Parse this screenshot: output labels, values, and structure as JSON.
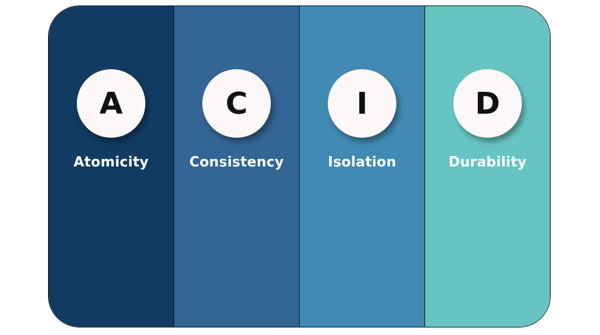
{
  "columns": [
    {
      "letter": "A",
      "label": "Atomicity",
      "color": "#123b63"
    },
    {
      "letter": "C",
      "label": "Consistency",
      "color": "#336595"
    },
    {
      "letter": "I",
      "label": "Isolation",
      "color": "#418ab3"
    },
    {
      "letter": "D",
      "label": "Durability",
      "color": "#66c5c3"
    }
  ]
}
